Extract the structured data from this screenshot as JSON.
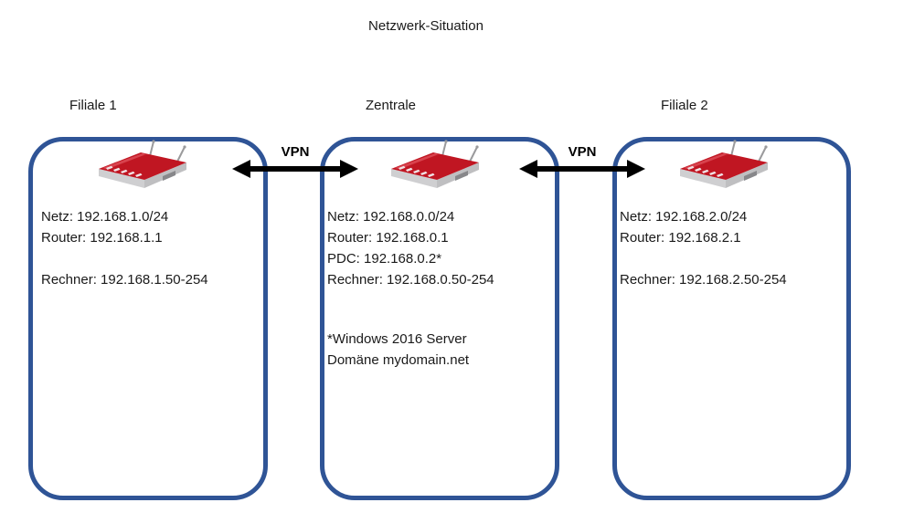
{
  "title": "Netzwerk-Situation",
  "colors": {
    "box_border": "#2f5496",
    "arrow": "#000000",
    "text": "#1a1a1a",
    "router_red": "#c01622",
    "router_silver": "#c9c9cb"
  },
  "nodes": [
    {
      "label": "Filiale 1",
      "icon": "fritzbox-router-icon",
      "lines": [
        "Netz: 192.168.1.0/24",
        "Router: 192.168.1.1",
        "",
        "Rechner: 192.168.1.50-254"
      ]
    },
    {
      "label": "Zentrale",
      "icon": "fritzbox-router-icon",
      "lines": [
        "Netz: 192.168.0.0/24",
        "Router: 192.168.0.1",
        "PDC: 192.168.0.2*",
        "Rechner: 192.168.0.50-254"
      ],
      "footnote": [
        "*Windows 2016 Server",
        "Domäne mydomain.net"
      ]
    },
    {
      "label": "Filiale 2",
      "icon": "fritzbox-router-icon",
      "lines": [
        "Netz: 192.168.2.0/24",
        "Router: 192.168.2.1",
        "",
        "Rechner: 192.168.2.50-254"
      ]
    }
  ],
  "links": [
    {
      "label": "VPN"
    },
    {
      "label": "VPN"
    }
  ]
}
